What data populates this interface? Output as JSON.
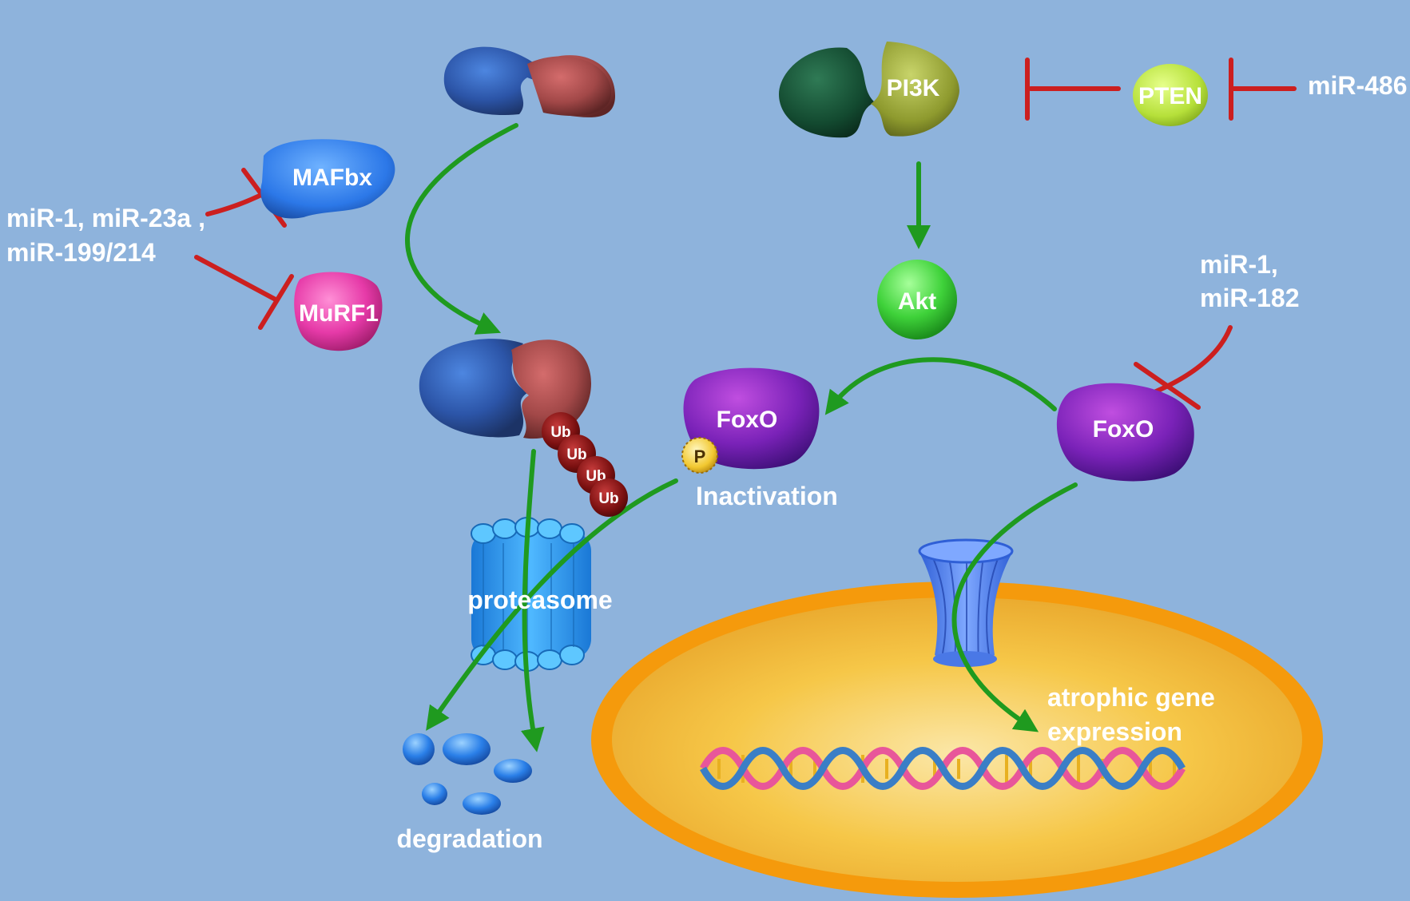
{
  "nodes": {
    "mafbx": "MAFbx",
    "murf1": "MuRF1",
    "pi3k": "PI3K",
    "pten": "PTEN",
    "akt": "Akt",
    "foxo_phos": "FoxO",
    "foxo_active": "FoxO",
    "phosphate": "P",
    "ubiquitin": "Ub"
  },
  "labels": {
    "mirna_muscle_line1": "miR-1, miR-23a ,",
    "mirna_muscle_line2": "miR-199/214",
    "mir486": "miR-486",
    "mirna_foxo_line1": "miR-1,",
    "mirna_foxo_line2": "miR-182",
    "inactivation": "Inactivation",
    "proteasome": "proteasome",
    "degradation": "degradation",
    "atrophic_line1": "atrophic gene",
    "atrophic_line2": "expression"
  },
  "colors": {
    "background": "#8eb3dc",
    "activation_arrow": "#1f9a1f",
    "inhibition_bar": "#cc1f1f",
    "nucleus_rim": "#f59a0c",
    "nucleus_core": "#f7c84a"
  }
}
